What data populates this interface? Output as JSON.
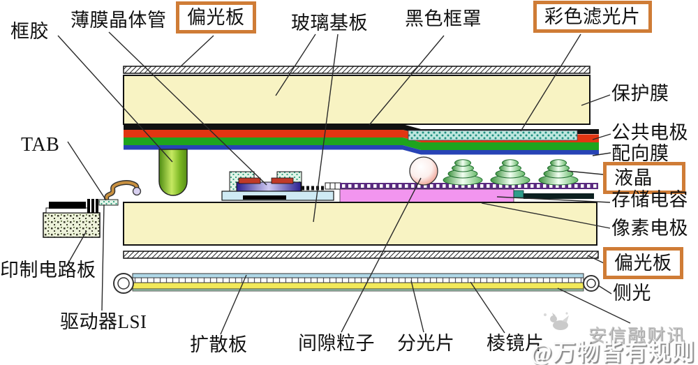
{
  "labels": {
    "frame_glue": "框胶",
    "tft": "薄膜晶体管",
    "polarizer_top": "偏光板",
    "glass_substrate": "玻璃基板",
    "black_frame": "黑色框罩",
    "color_filter": "彩色滤光片",
    "protective_film": "保护膜",
    "common_electrode": "公共电极",
    "alignment_film": "配向膜",
    "liquid_crystal": "液晶",
    "storage_capacitor": "存储电容",
    "pixel_electrode": "像素电极",
    "polarizer_bottom": "偏光板",
    "side_light": "侧光",
    "tab": "TAB",
    "pcb": "印制电路板",
    "driver_lsi": "驱动器LSI",
    "diffusion_plate": "扩散板",
    "gap_particle": "间隙粒子",
    "beam_splitter": "分光片",
    "prism_sheet": "棱镜片"
  },
  "watermark": {
    "line1": "安信融财讯",
    "line2": "@万物皆有规则"
  },
  "colors": {
    "accent_box": "#cf7c36",
    "glass": "#f8f3c3",
    "black_layer": "#111111",
    "red_layer": "#e23512",
    "green_layer": "#1ea41e",
    "blue_layer": "#2743b5",
    "color_filter_teal": "#bfe7df",
    "pixel_electrode_pink": "#f295ef",
    "backlight_yellow": "#f2e95a",
    "frame_glue_green": "#8cc63f"
  }
}
